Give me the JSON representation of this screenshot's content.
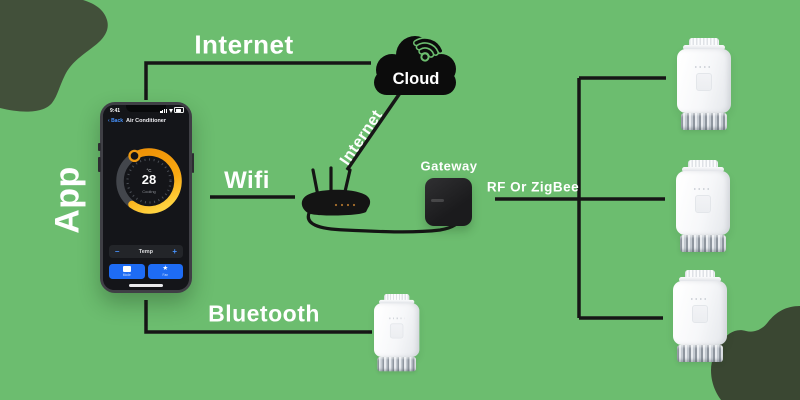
{
  "colors": {
    "background": "#6cbd6f",
    "blob_top_left": "#42503a",
    "blob_bottom_right": "#3a4732",
    "connector_line": "#161616",
    "accent_blue": "#1e6cf4",
    "dial_orange": "#f59b0e",
    "dial_yellow": "#ffd23f"
  },
  "labels": {
    "app": "App",
    "internet_top": "Internet",
    "internet_diagonal": "Internet",
    "wifi": "Wifi",
    "bluetooth": "Bluetooth",
    "cloud": "Cloud",
    "gateway": "Gateway",
    "rf_or_zigbee": "RF Or ZigBee"
  },
  "phone": {
    "status_time": "9:41",
    "back_label": "Back",
    "back_chevron": "‹",
    "app_title": "Air Conditioner",
    "temp_unit": "°C",
    "temp_value": "28",
    "mode_status": "Cooling",
    "temp_minus": "–",
    "temp_row_label": "Temp",
    "temp_plus": "+",
    "button1_label": "Mode",
    "button2_label": "Fan",
    "star_glyph": "★"
  }
}
